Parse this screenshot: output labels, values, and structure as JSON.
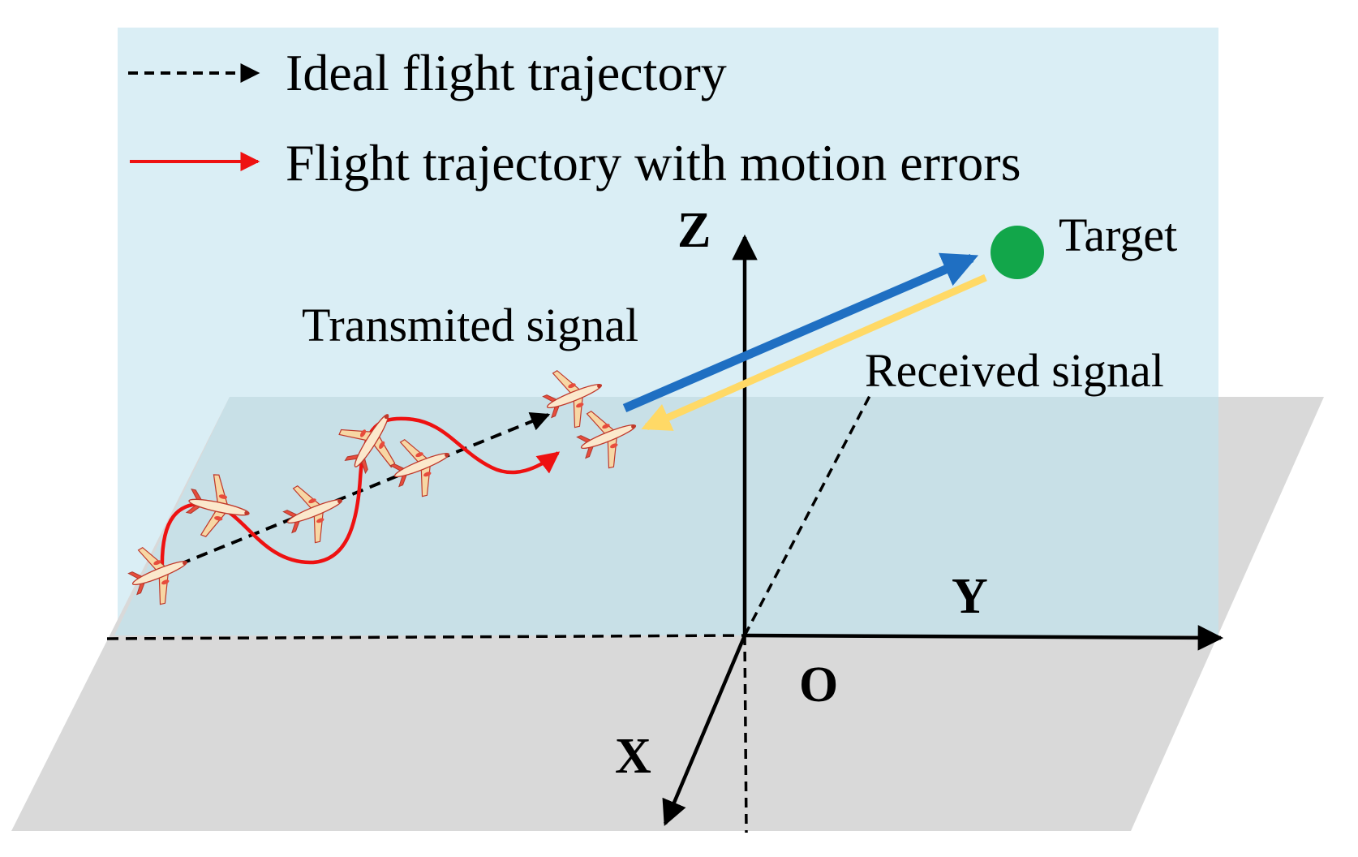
{
  "legend": {
    "ideal_label": "Ideal flight trajectory",
    "error_label": "Flight trajectory with motion errors"
  },
  "axes": {
    "x": "X",
    "y": "Y",
    "z": "Z",
    "origin": "O"
  },
  "labels": {
    "transmitted": "Transmited signal",
    "received": "Received signal",
    "target": "Target"
  },
  "colors": {
    "vertical_plane": "#daeef5",
    "ground_plane": "#d9d9d9",
    "ground_overlap": "#c8e0e7",
    "ideal_line": "#000000",
    "error_line": "#ee1111",
    "transmitted_arrow": "#1f6fc2",
    "received_arrow": "#ffd966",
    "target": "#12a64a",
    "axis": "#000000"
  }
}
